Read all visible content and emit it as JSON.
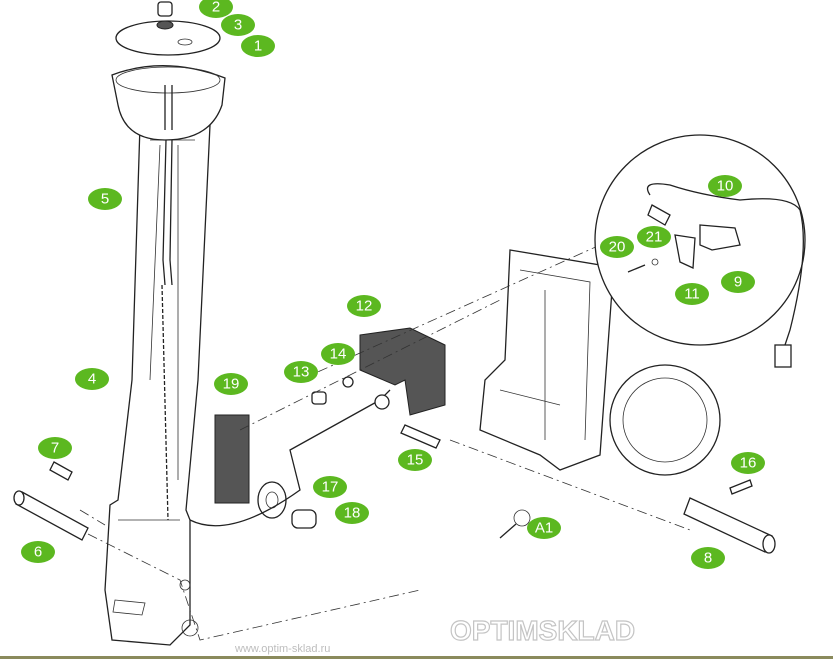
{
  "diagram": {
    "watermark_brand": "OPTIMSKLAD",
    "watermark_url": "www.optim-sklad.ru",
    "callouts": [
      "1",
      "2",
      "3",
      "4",
      "5",
      "6",
      "7",
      "8",
      "9",
      "10",
      "11",
      "12",
      "13",
      "14",
      "15",
      "16",
      "17",
      "18",
      "19",
      "20",
      "21",
      "A1"
    ],
    "colors": {
      "badge": "#5cb820",
      "line": "#222222",
      "watermark": "#cfcfcf"
    }
  }
}
